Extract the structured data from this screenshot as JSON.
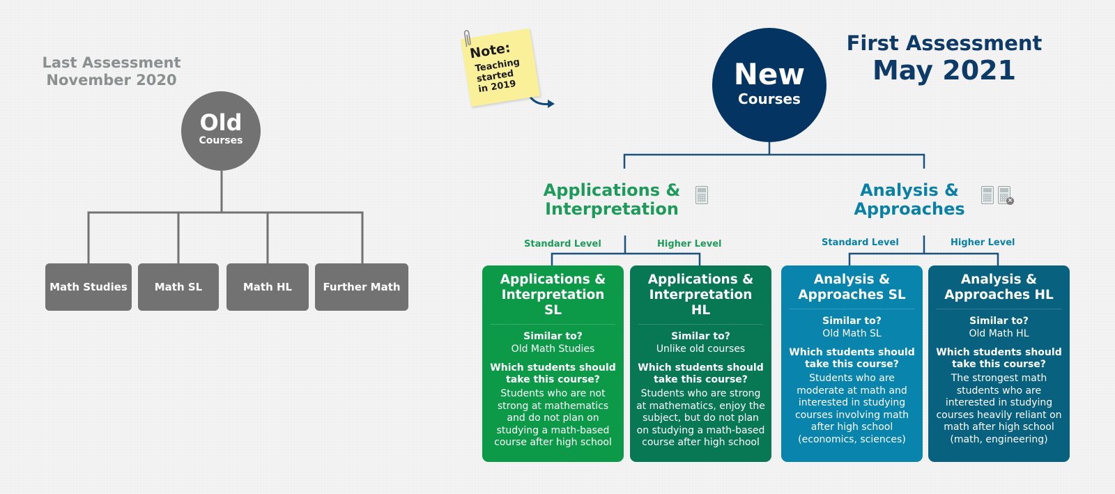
{
  "old": {
    "title_line1": "Last Assessment",
    "title_line2": "November 2020",
    "circle_big": "Old",
    "circle_small": "Courses",
    "courses": [
      "Math Studies",
      "Math SL",
      "Math HL",
      "Further Math"
    ],
    "color": "#727272"
  },
  "note": {
    "heading": "Note:",
    "line1": "Teaching",
    "line2": "started",
    "line3": "in 2019",
    "icons": [
      "paperclip-icon",
      "curved-arrow-icon"
    ]
  },
  "new": {
    "circle_big": "New",
    "circle_small": "Courses",
    "title_line1": "First Assessment",
    "title_line2": "May 2021",
    "color": "#033462"
  },
  "branches": {
    "ai": {
      "title_line1": "Applications &",
      "title_line2": "Interpretation",
      "standard_label": "Standard Level",
      "higher_label": "Higher Level",
      "color": "#1e9a5a",
      "icons": [
        "calculator-icon"
      ]
    },
    "aa": {
      "title_line1": "Analysis &",
      "title_line2": "Approaches",
      "standard_label": "Standard Level",
      "higher_label": "Higher Level",
      "color": "#0a80a5",
      "icons": [
        "calculator-icon",
        "no-calculator-icon"
      ]
    }
  },
  "cards": [
    {
      "title_line1": "Applications &",
      "title_line2": "Interpretation SL",
      "similar_heading": "Similar to?",
      "similar_value": "Old Math Studies",
      "which_heading": "Which students should take this course?",
      "which_value": "Students who are not strong at mathematics and do not plan on studying a math-based course after high school",
      "color": "#0c9a48"
    },
    {
      "title_line1": "Applications &",
      "title_line2": "Interpretation HL",
      "similar_heading": "Similar to?",
      "similar_value": "Unlike old courses",
      "which_heading": "Which students should take this course?",
      "which_value": "Students who are strong at mathematics, enjoy the subject, but do not plan on studying a math-based course after high school",
      "color": "#077754"
    },
    {
      "title_line1": "Analysis &",
      "title_line2": "Approaches SL",
      "similar_heading": "Similar to?",
      "similar_value": "Old Math SL",
      "which_heading": "Which students should take this course?",
      "which_value": "Students who are moderate at math and interested in studying courses involving math after high school (economics, sciences)",
      "color": "#0884ad"
    },
    {
      "title_line1": "Analysis &",
      "title_line2": "Approaches HL",
      "similar_heading": "Similar to?",
      "similar_value": "Old Math HL",
      "which_heading": "Which students should take this course?",
      "which_value": "The strongest math students who are interested in studying courses heavily reliant on math after high school (math, engineering)",
      "color": "#08617f"
    }
  ]
}
